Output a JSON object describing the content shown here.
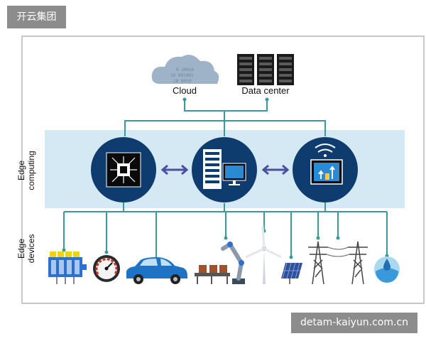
{
  "badges": {
    "brand": "开云集团",
    "url": "detam-kaiyun.com.cn"
  },
  "top_nodes": {
    "cloud": {
      "label": "Cloud",
      "icon": "cloud-icon"
    },
    "data_center": {
      "label": "Data center",
      "icon": "server-rack-icon"
    }
  },
  "side_labels": {
    "edge_computing": [
      "Edge",
      "computing"
    ],
    "edge_devices": [
      "Edge",
      "devices"
    ]
  },
  "edge_computing_nodes": [
    {
      "icon": "processor-chip-icon"
    },
    {
      "icon": "server-monitor-icon"
    },
    {
      "icon": "wireless-gateway-icon"
    }
  ],
  "edge_devices": [
    {
      "icon": "battery-modules-icon"
    },
    {
      "icon": "gauge-meter-icon"
    },
    {
      "icon": "car-icon"
    },
    {
      "icon": "robot-arm-conveyor-icon"
    },
    {
      "icon": "wind-turbine-icon"
    },
    {
      "icon": "solar-panel-icon"
    },
    {
      "icon": "power-tower-icon"
    },
    {
      "icon": "power-tower-icon"
    },
    {
      "icon": "water-drop-icon"
    }
  ],
  "colors": {
    "band": "#d5e9f4",
    "node": "#0f3c6e",
    "connector": "#3a9a9a",
    "arrow": "#4a4fa0",
    "badge": "#8c8c8c",
    "frame": "#c8c8c8"
  }
}
